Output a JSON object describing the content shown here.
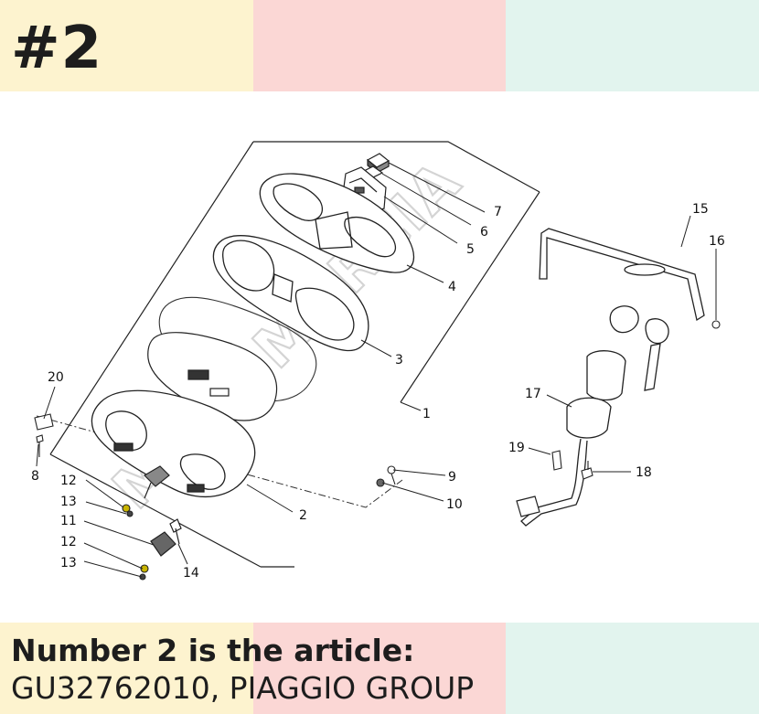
{
  "header": {
    "title": "#2",
    "colors": {
      "band_left": "#fdf3cf",
      "band_middle": "#fbd7d5",
      "band_right": "#e2f4ee"
    }
  },
  "diagram": {
    "watermark": "MOTOMURCIA",
    "callouts": [
      "1",
      "2",
      "3",
      "4",
      "5",
      "6",
      "7",
      "8",
      "9",
      "10",
      "11",
      "12",
      "12",
      "13",
      "13",
      "14",
      "15",
      "16",
      "17",
      "18",
      "19",
      "20"
    ]
  },
  "footer": {
    "line1": "Number 2 is the article:",
    "line2": "GU32762010, PIAGGIO GROUP"
  }
}
